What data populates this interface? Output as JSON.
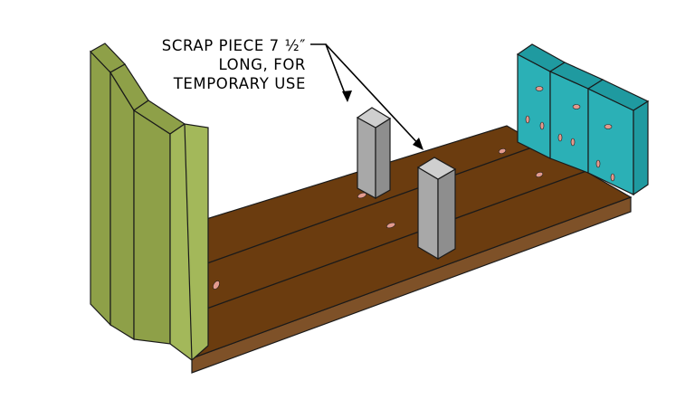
{
  "annotation": {
    "lines": [
      "SCRAP PIECE 7 ½″",
      "LONG, FOR",
      "TEMPORARY USE"
    ]
  },
  "parts": {
    "left_end": "green-slat-panel",
    "right_end": "teal-slat-panel",
    "floor": "brown-plank-floor",
    "spacers": "gray-scrap-blocks"
  },
  "colors": {
    "floor_top": "#6b3c0f",
    "floor_edge": "#7e5128",
    "left_panel_front": "#a3b85a",
    "left_panel_side": "#8ea048",
    "right_panel_front": "#2bb0b6",
    "right_panel_side": "#1f9aa0",
    "block_front": "#a8a8a8",
    "block_side": "#8e8e8e",
    "block_top": "#cfcfcf",
    "hole": "#e39a8e",
    "outline": "#1a1a1a"
  }
}
